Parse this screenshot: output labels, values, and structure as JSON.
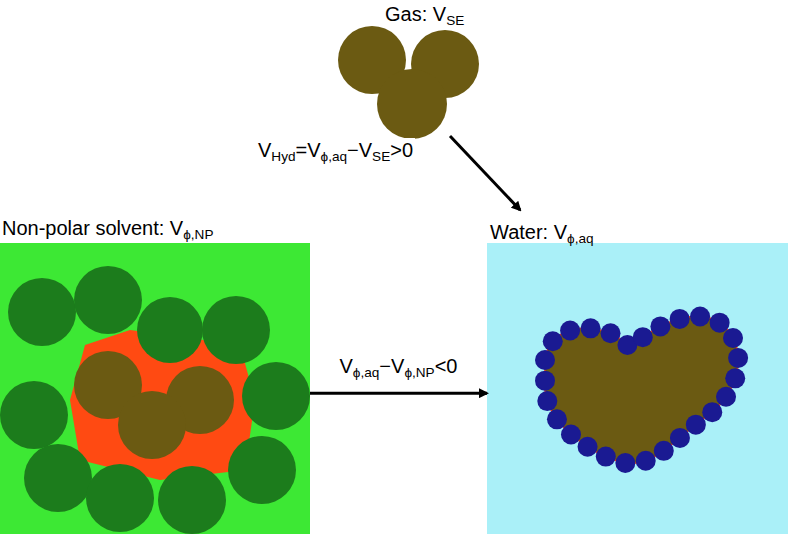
{
  "diagram": {
    "nodes": [
      {
        "text": [
          "Gas: VSE"
        ]
      },
      {
        "text": [
          "Non-polar solvent: Vϕ,NP"
        ]
      },
      {
        "text": [
          "Water: Vϕ,aq"
        ]
      }
    ],
    "edges": [
      {
        "from": 0,
        "to": 2,
        "arrow": "to",
        "label": "VHyd=Vϕ,aq−VSE>0"
      },
      {
        "from": 1,
        "to": 2,
        "arrow": "to",
        "label": "Vϕ,aq−Vϕ,NP<0"
      }
    ]
  }
}
